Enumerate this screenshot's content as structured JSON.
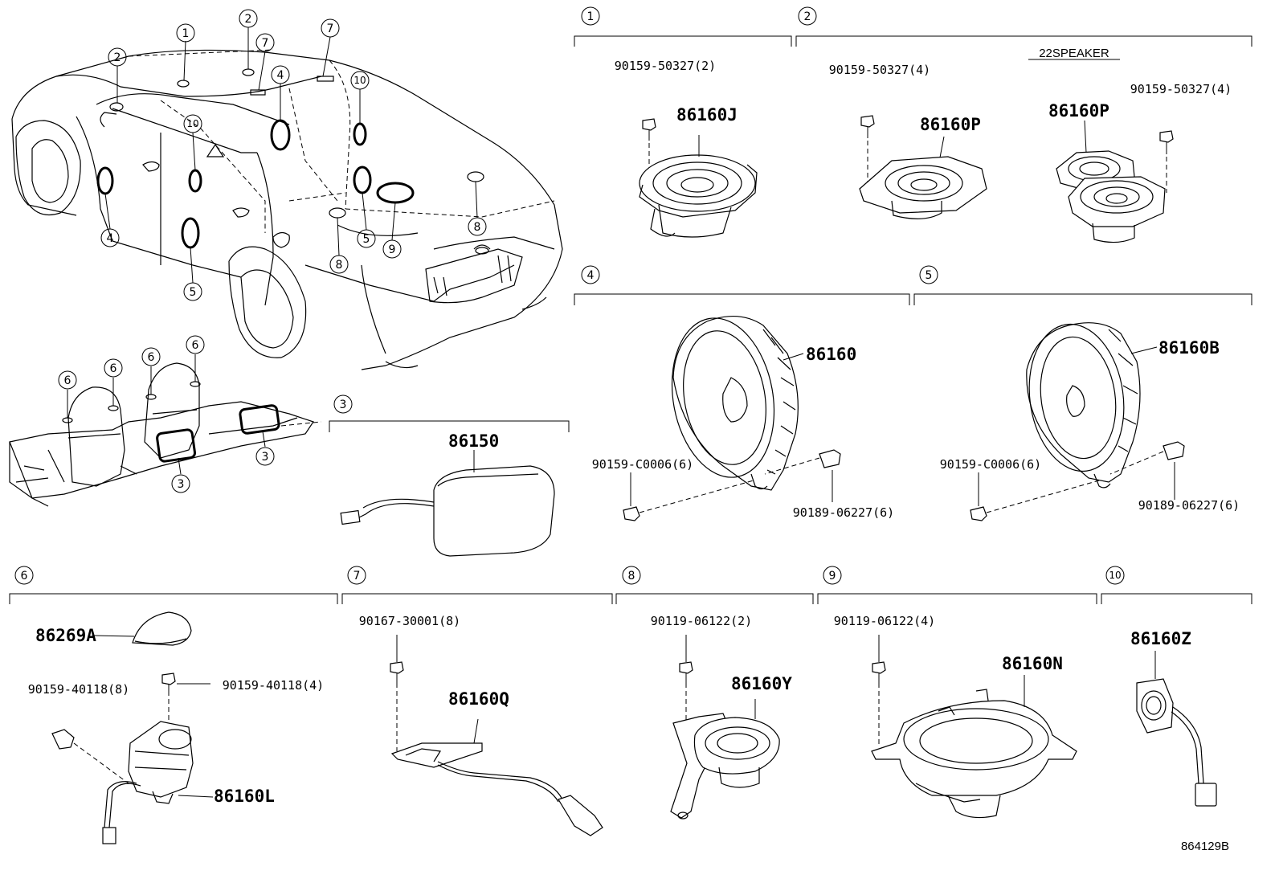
{
  "diagram": {
    "section_numbers": [
      "1",
      "2",
      "3",
      "4",
      "5",
      "6",
      "7",
      "8",
      "9",
      "10"
    ],
    "car_callouts": [
      "1",
      "2",
      "2",
      "7",
      "7",
      "4",
      "10",
      "10",
      "4",
      "5",
      "9",
      "8",
      "8",
      "5"
    ],
    "seat_callouts": [
      "6",
      "6",
      "6",
      "6",
      "3",
      "3"
    ],
    "note_22speaker": "22SPEAKER",
    "part_numbers": {
      "s1_main": "86160J",
      "s1_bolt": "90159-50327(2)",
      "s2_main_a": "86160P",
      "s2_bolt_a": "90159-50327(4)",
      "s2_main_b": "86160P",
      "s2_bolt_b": "90159-50327(4)",
      "s3_main": "86150",
      "s4_main": "86160",
      "s4_screw": "90159-C0006(6)",
      "s4_clip": "90189-06227(6)",
      "s5_main": "86160B",
      "s5_screw": "90159-C0006(6)",
      "s5_clip": "90189-06227(6)",
      "s6_cover": "86269A",
      "s6_bolt_a": "90159-40118(8)",
      "s6_bolt_b": "90159-40118(4)",
      "s6_main": "86160L",
      "s7_bolt": "90167-30001(8)",
      "s7_main": "86160Q",
      "s8_bolt": "90119-06122(2)",
      "s8_main": "86160Y",
      "s9_bolt": "90119-06122(4)",
      "s9_main": "86160N",
      "s10_main": "86160Z"
    },
    "figure_id": "864129B"
  }
}
